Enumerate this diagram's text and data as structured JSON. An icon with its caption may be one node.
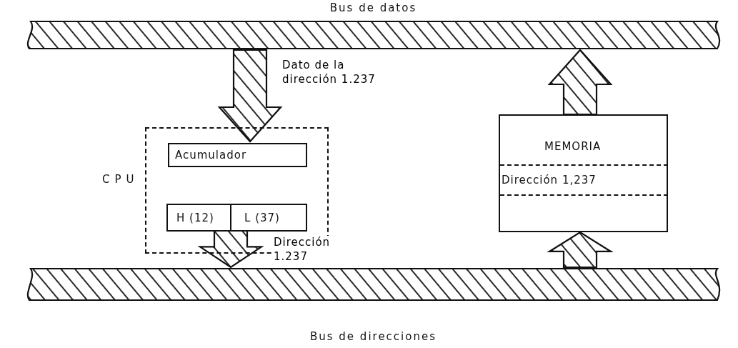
{
  "diagram": {
    "nodes": [
      {
        "text": [
          "Bus de datos"
        ]
      },
      {
        "text": [
          "CPU"
        ]
      },
      {
        "text": [
          "Acumulador"
        ],
        "in": 1
      },
      {
        "text": [
          "H (12)"
        ],
        "in": 1
      },
      {
        "text": [
          "L (37)"
        ],
        "in": 1
      },
      {
        "text": [
          "MEMORIA"
        ]
      },
      {
        "text": [
          "Dirección 1,237"
        ],
        "in": 5
      },
      {
        "text": [
          "Bus de direcciones"
        ]
      }
    ],
    "edges": [
      {
        "from": 0,
        "to": 2,
        "arrow": "to",
        "label": "Dato de la dirección 1.237"
      },
      {
        "from": 1,
        "to": 7,
        "arrow": "to",
        "label": "Dirección 1.237"
      },
      {
        "from": 5,
        "to": 0,
        "arrow": "to"
      },
      {
        "from": 7,
        "to": 5,
        "arrow": "to"
      }
    ]
  }
}
